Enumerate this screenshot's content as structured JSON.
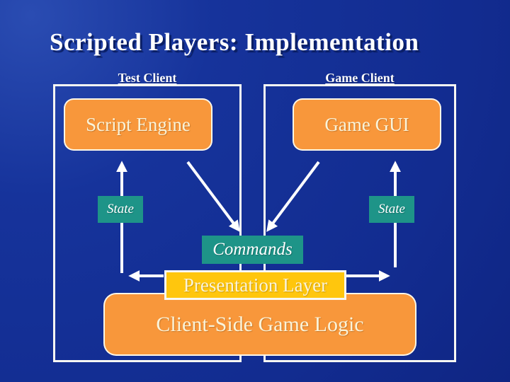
{
  "slide": {
    "title": "Scripted Players: Implementation"
  },
  "regions": {
    "left": {
      "label": "Test Client"
    },
    "right": {
      "label": "Game Client"
    }
  },
  "nodes": {
    "script_engine": {
      "label": "Script Engine"
    },
    "game_gui": {
      "label": "Game GUI"
    },
    "state_left": {
      "label": "State"
    },
    "state_right": {
      "label": "State"
    },
    "commands": {
      "label": "Commands"
    },
    "presentation_layer": {
      "label": "Presentation Layer"
    },
    "client_side_game_logic": {
      "label": "Client-Side Game Logic"
    }
  },
  "arrows": [
    {
      "name": "state-arrow-left",
      "from": "presentation-layer-elbow",
      "to": "script-engine",
      "direction": "up"
    },
    {
      "name": "state-arrow-right",
      "from": "presentation-layer-elbow",
      "to": "game-gui",
      "direction": "up"
    },
    {
      "name": "commands-arrow-from-script-engine",
      "from": "script-engine",
      "to": "commands",
      "direction": "down-right"
    },
    {
      "name": "commands-arrow-from-game-gui",
      "from": "game-gui",
      "to": "commands",
      "direction": "down-left"
    },
    {
      "name": "presentation-out-left-arrow",
      "from": "presentation-layer",
      "direction": "left"
    },
    {
      "name": "presentation-out-right-arrow",
      "from": "presentation-layer",
      "direction": "right"
    }
  ],
  "colors": {
    "background": "#16339B",
    "box_orange": "#F8973B",
    "box_teal": "#1E9488",
    "box_gold": "#FFC60D",
    "text_cream": "#FAF3D9",
    "title_text": "#FFFFFF",
    "border_white": "#F8F8F3",
    "arrow": "#FFFFFF"
  }
}
